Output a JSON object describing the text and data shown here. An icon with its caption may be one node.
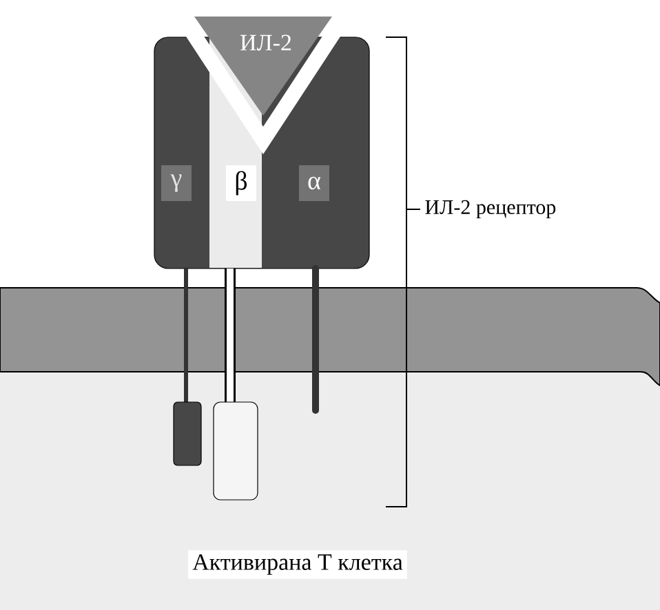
{
  "diagram": {
    "nodes": [
      {
        "text": [
          "ИЛ-2"
        ]
      },
      {
        "text": [
          "γ"
        ]
      },
      {
        "text": [
          "β"
        ]
      },
      {
        "text": [
          "α"
        ]
      }
    ],
    "labels": [
      "ИЛ-2 рецептор",
      "Активирана Т клетка"
    ]
  }
}
